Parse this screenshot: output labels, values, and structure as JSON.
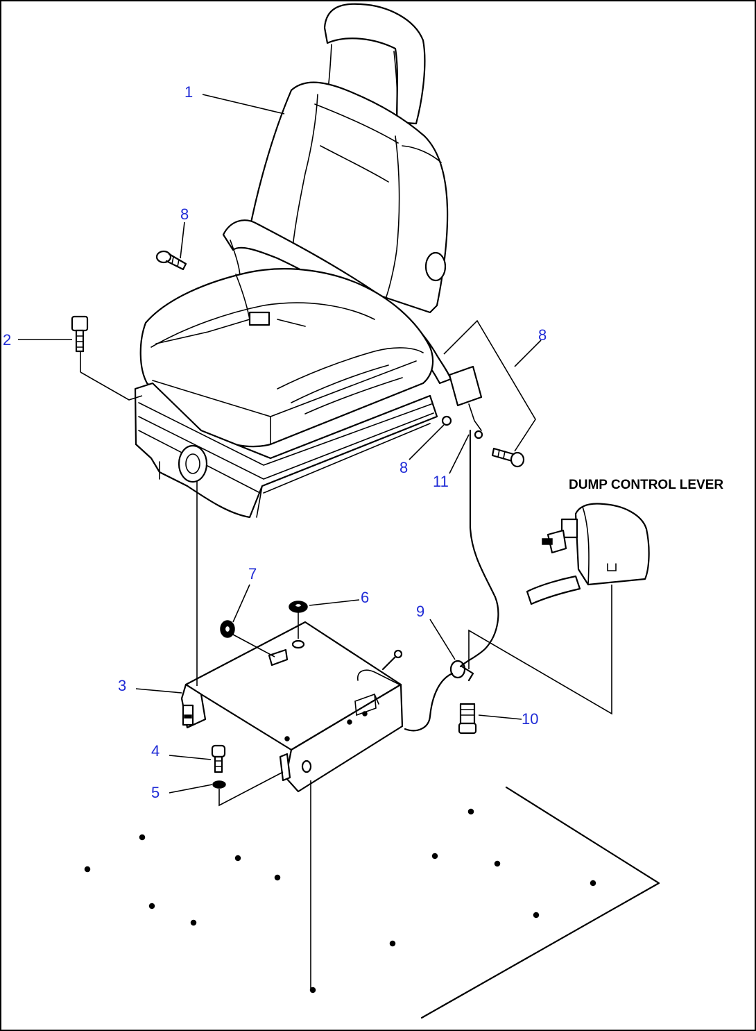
{
  "diagram": {
    "accent_color": "#1f2bd6",
    "callouts": [
      {
        "id": "c1",
        "label": "1"
      },
      {
        "id": "c8a",
        "label": "8"
      },
      {
        "id": "c2",
        "label": "2"
      },
      {
        "id": "c8b",
        "label": "8"
      },
      {
        "id": "c8c",
        "label": "8"
      },
      {
        "id": "c11",
        "label": "11"
      },
      {
        "id": "c7",
        "label": "7"
      },
      {
        "id": "c6",
        "label": "6"
      },
      {
        "id": "c9",
        "label": "9"
      },
      {
        "id": "c3",
        "label": "3"
      },
      {
        "id": "c10",
        "label": "10"
      },
      {
        "id": "c4",
        "label": "4"
      },
      {
        "id": "c5",
        "label": "5"
      }
    ],
    "captions": {
      "dump_control_lever": "DUMP CONTROL LEVER"
    }
  }
}
